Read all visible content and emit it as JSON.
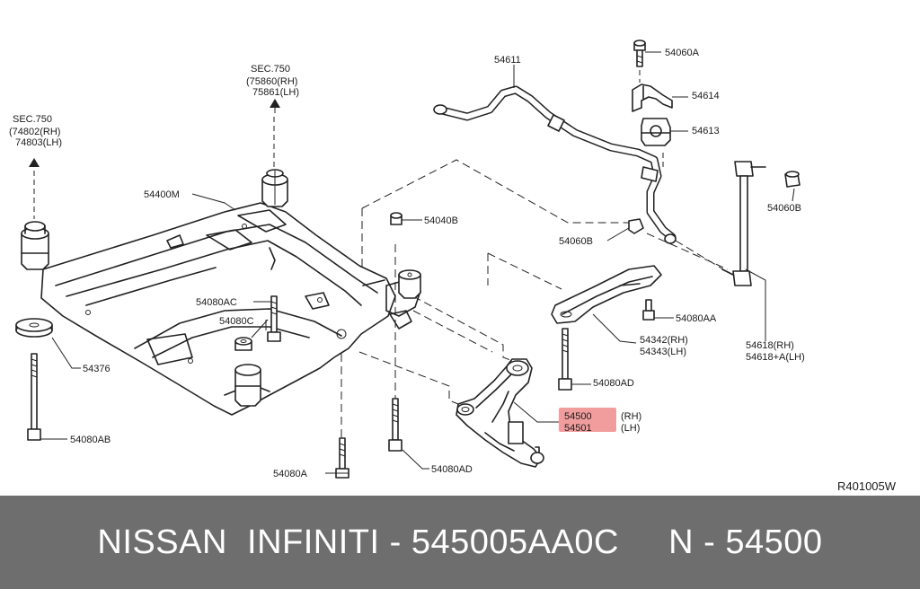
{
  "diagram": {
    "ref_code": "R401005W",
    "highlight_color": "#f08c8c",
    "labels": {
      "sec750_top_a": "SEC.750",
      "sec750_top_b": "(75860(RH)",
      "sec750_top_c": "75861(LH)",
      "sec750_left_a": "SEC.750",
      "sec750_left_b": "(74802(RH)",
      "sec750_left_c": "74803(LH)",
      "p54400m": "54400M",
      "p54376": "54376",
      "p54080ab": "54080AB",
      "p54080a": "54080A",
      "p54080ac": "54080AC",
      "p54080c": "54080C",
      "p54040b": "54040B",
      "p54080ad_low": "54080AD",
      "p54611": "54611",
      "p54060a": "54060A",
      "p54614": "54614",
      "p54613": "54613",
      "p54060b_left": "54060B",
      "p54060b_right": "54060B",
      "p54080aa": "54080AA",
      "p54342": "54342(RH)",
      "p54343": "54343(LH)",
      "p54080ad_right": "54080AD",
      "p54500": "54500",
      "p54500_side": "(RH)",
      "p54501": "54501",
      "p54501_side": "(LH)",
      "p54618": "54618(RH)",
      "p54618a": "54618+A(LH)"
    }
  },
  "banner": {
    "text": "NISSAN  INFINITI - 545005AA0C     N - 54500"
  }
}
